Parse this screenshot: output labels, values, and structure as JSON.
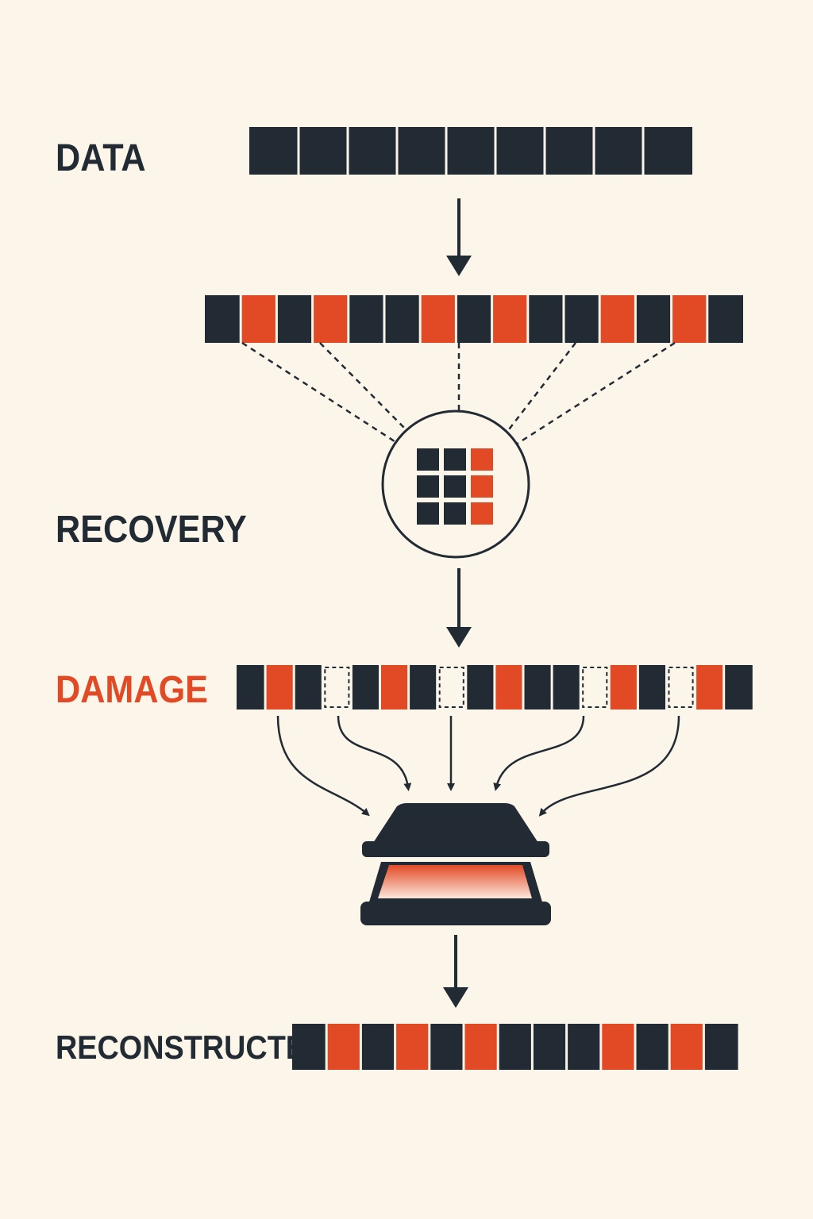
{
  "colors": {
    "background": "#fbf5ea",
    "dark": "#222a33",
    "accent": "#e24a26",
    "gap_fill": "#fbf5ea"
  },
  "labels": {
    "data": "DATA",
    "recovery": "RECOVERY",
    "damage": "DAMAGE",
    "reconstructed": "RECONSTRUCTED"
  },
  "rows": {
    "data": [
      "d",
      "d",
      "d",
      "d",
      "d",
      "d",
      "d",
      "d",
      "d"
    ],
    "encoded": [
      "d",
      "o",
      "d",
      "o",
      "d",
      "d",
      "o",
      "d",
      "o",
      "d",
      "d",
      "o",
      "d",
      "o",
      "d"
    ],
    "damaged": [
      "d",
      "o",
      "d",
      "m",
      "d",
      "o",
      "d",
      "m",
      "d",
      "o",
      "d",
      "d",
      "m",
      "o",
      "d",
      "m",
      "o",
      "d"
    ],
    "reconstructed": [
      "d",
      "o",
      "d",
      "o",
      "d",
      "o",
      "d",
      "d",
      "d",
      "o",
      "d",
      "o",
      "d"
    ]
  },
  "recovery_grid": [
    [
      "d",
      "d",
      "o"
    ],
    [
      "d",
      "d",
      "o"
    ],
    [
      "d",
      "d",
      "o"
    ]
  ],
  "icons": {
    "scanner": "scanner-icon",
    "arrow": "down-arrow-icon"
  }
}
